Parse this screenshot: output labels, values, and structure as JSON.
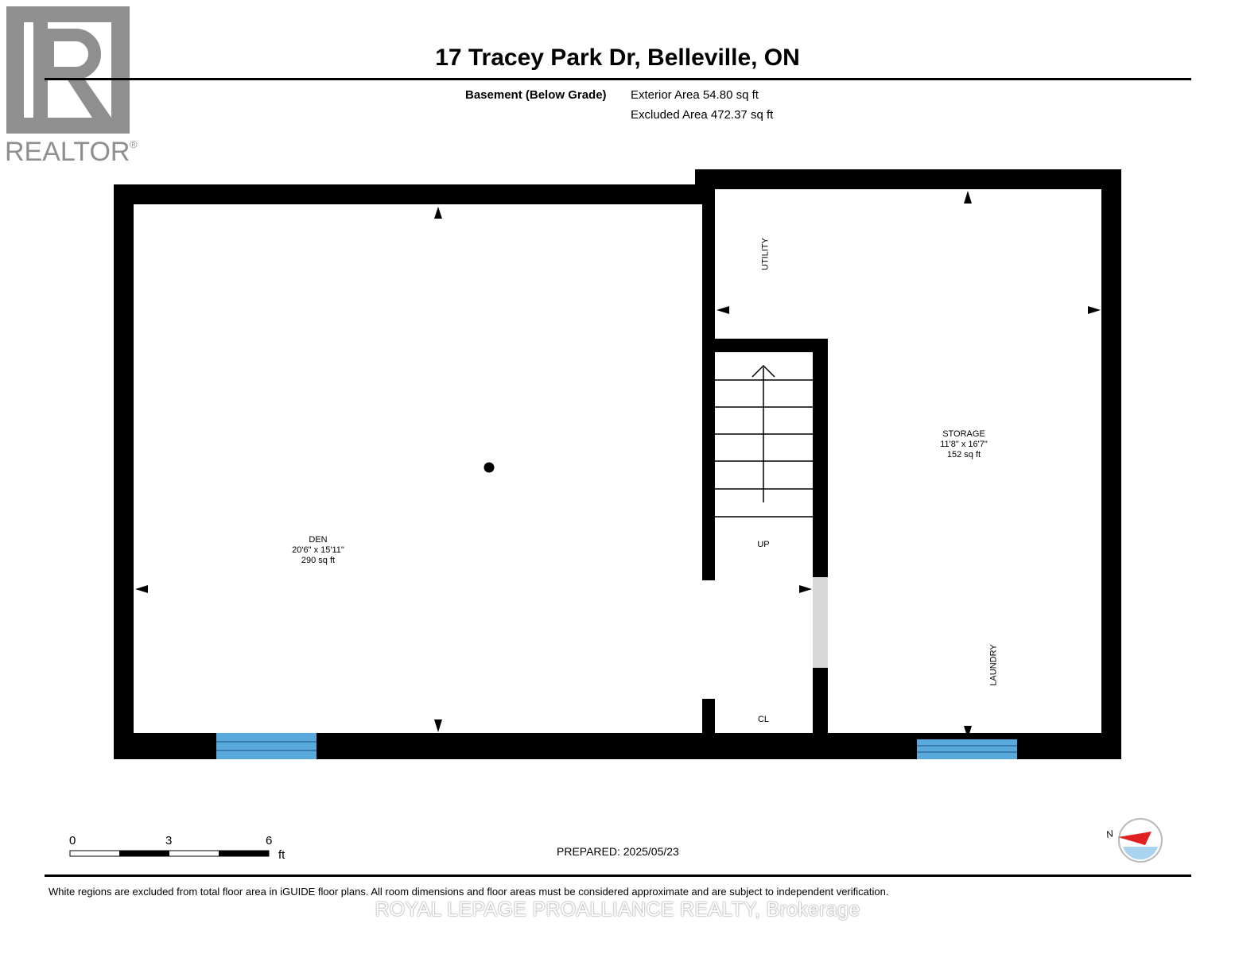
{
  "logo": {
    "text": "REALTOR",
    "mark": "®"
  },
  "title": "17 Tracey Park Dr, Belleville, ON",
  "area_summary": {
    "level": "Basement (Below Grade)",
    "exterior_area": "Exterior Area 54.80 sq ft",
    "excluded_area": "Excluded Area 472.37 sq ft"
  },
  "rooms": {
    "den": {
      "name": "DEN",
      "dims": "20'6\" x 15'11\"",
      "area": "290 sq ft"
    },
    "storage": {
      "name": "STORAGE",
      "dims": "11'8\" x 16'7\"",
      "area": "152 sq ft"
    },
    "utility": "UTILITY",
    "laundry": "LAUNDRY",
    "up": "UP",
    "closet": "CL"
  },
  "scale": {
    "ticks": [
      "0",
      "3",
      "6"
    ],
    "unit": "ft"
  },
  "compass_label": "N",
  "prepared": "PREPARED: 2025/05/23",
  "disclaimer": "White regions are excluded from total floor area in iGUIDE floor plans. All room dimensions and floor areas must be considered approximate and are subject to independent verification.",
  "watermark": "ROYAL LEPAGE PROALLIANCE REALTY, Brokerage",
  "colors": {
    "wall": "#000000",
    "window": "#5aa9dc",
    "door_opening": "#d8d8d8",
    "logo_gray": "#8f8f8f",
    "compass_red": "#e02020",
    "compass_blue": "#a8d4ef"
  }
}
